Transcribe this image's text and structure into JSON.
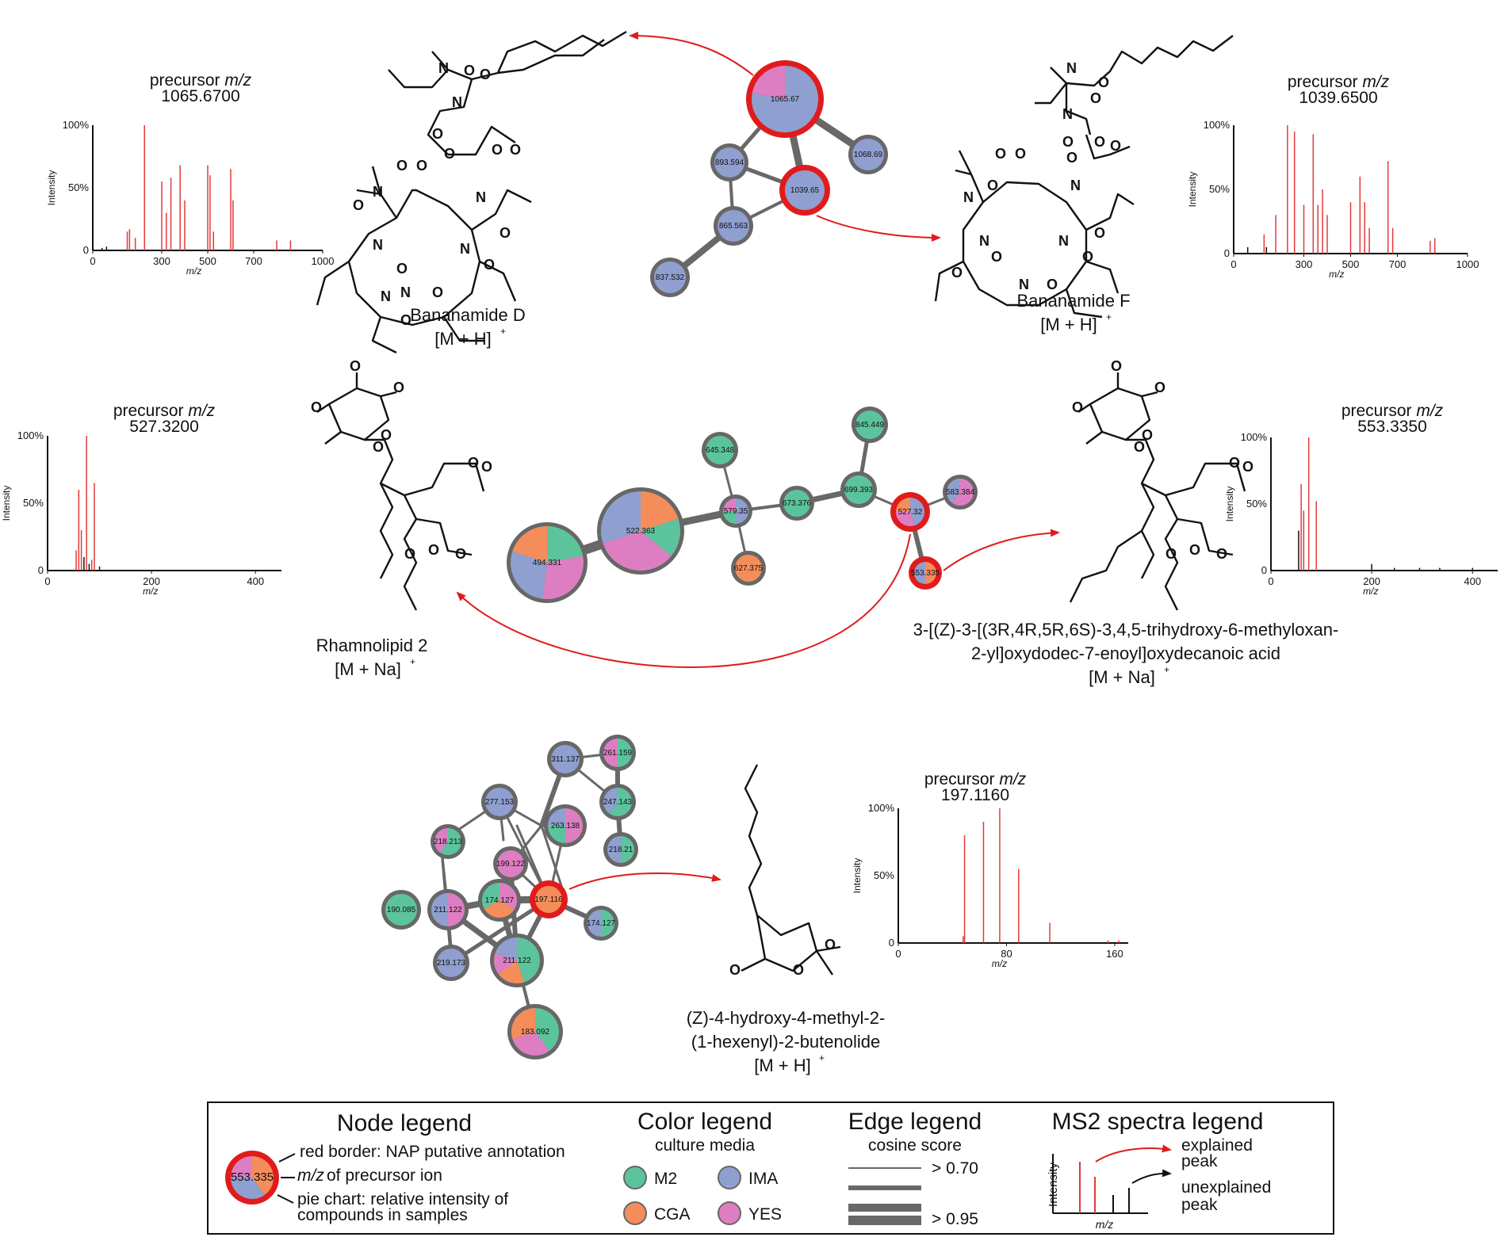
{
  "colors": {
    "M2": "#5cc49c",
    "CGA": "#f58d5b",
    "IMA": "#8f9fcf",
    "YES": "#de7ec2",
    "annotation_border": "#e11b1b",
    "node_border": "#676767",
    "edge": "#686868",
    "explained_peak": "#e33a3a",
    "unexplained_peak": "#111111"
  },
  "sections": {
    "top": {
      "nodes": [
        {
          "id": "1065.67",
          "annotated": true,
          "pie": {
            "IMA": 0.78,
            "YES": 0.22
          }
        },
        {
          "id": "1068.69",
          "annotated": false,
          "pie": {
            "IMA": 1
          }
        },
        {
          "id": "893.594",
          "annotated": false,
          "pie": {
            "IMA": 1
          }
        },
        {
          "id": "1039.65",
          "annotated": true,
          "pie": {
            "IMA": 1
          }
        },
        {
          "id": "865.563",
          "annotated": false,
          "pie": {
            "IMA": 1
          }
        },
        {
          "id": "837.532",
          "annotated": false,
          "pie": {
            "IMA": 1
          }
        }
      ],
      "compound_left": {
        "name": "Bananamide D",
        "adduct": "[M + H]",
        "charge": "+"
      },
      "compound_right": {
        "name": "Bananamide F",
        "adduct": "[M + H]",
        "charge": "+"
      }
    },
    "middle": {
      "nodes": [
        {
          "id": "494.331",
          "annotated": false,
          "pie": {
            "M2": 0.22,
            "YES": 0.3,
            "IMA": 0.28,
            "CGA": 0.2
          }
        },
        {
          "id": "522.363",
          "annotated": false,
          "pie": {
            "CGA": 0.2,
            "M2": 0.16,
            "YES": 0.34,
            "IMA": 0.3
          }
        },
        {
          "id": "579.35",
          "annotated": false,
          "pie": {
            "IMA": 0.5,
            "M2": 0.25,
            "YES": 0.25
          }
        },
        {
          "id": "645.348",
          "annotated": false,
          "pie": {
            "M2": 1
          }
        },
        {
          "id": "627.375",
          "annotated": false,
          "pie": {
            "CGA": 1
          }
        },
        {
          "id": "673.376",
          "annotated": false,
          "pie": {
            "M2": 1
          }
        },
        {
          "id": "699.393",
          "annotated": false,
          "pie": {
            "M2": 1
          }
        },
        {
          "id": "845.449",
          "annotated": false,
          "pie": {
            "M2": 1
          }
        },
        {
          "id": "527.32",
          "annotated": true,
          "pie": {
            "IMA": 0.45,
            "YES": 0.3,
            "CGA": 0.25
          }
        },
        {
          "id": "583.384",
          "annotated": false,
          "pie": {
            "YES": 0.6,
            "IMA": 0.4
          }
        },
        {
          "id": "553.335",
          "annotated": true,
          "pie": {
            "CGA": 0.5,
            "IMA": 0.5
          }
        }
      ],
      "compound_left": {
        "name": "Rhamnolipid 2",
        "adduct": "[M + Na]",
        "charge": "+"
      },
      "compound_right": {
        "name_line1": "3-[(Z)-3-[(3R,4R,5R,6S)-3,4,5-trihydroxy-6-methyloxan-",
        "name_line2": "2-yl]oxydodec-7-enoyl]oxydecanoic acid",
        "adduct": "[M + Na]",
        "charge": "+"
      }
    },
    "bottom": {
      "nodes": [
        {
          "id": "261.159",
          "annotated": false,
          "pie": {
            "M2": 0.5,
            "YES": 0.5
          }
        },
        {
          "id": "311.137",
          "annotated": false,
          "pie": {
            "IMA": 1
          }
        },
        {
          "id": "247.143",
          "annotated": false,
          "pie": {
            "M2": 0.6,
            "IMA": 0.4
          }
        },
        {
          "id": "277.153",
          "annotated": false,
          "pie": {
            "IMA": 1
          }
        },
        {
          "id": "263.138",
          "annotated": false,
          "pie": {
            "YES": 0.5,
            "M2": 0.25,
            "IMA": 0.25
          }
        },
        {
          "id": "218.213",
          "annotated": false,
          "pie": {
            "M2": 0.6,
            "YES": 0.4
          }
        },
        {
          "id": "218.21",
          "annotated": false,
          "pie": {
            "M2": 0.5,
            "IMA": 0.5
          }
        },
        {
          "id": "199.122",
          "annotated": false,
          "pie": {
            "YES": 1
          }
        },
        {
          "id": "197.116",
          "annotated": true,
          "pie": {
            "CGA": 1
          }
        },
        {
          "id": "190.085",
          "annotated": false,
          "pie": {
            "M2": 1
          }
        },
        {
          "id": "211.122a",
          "label": "211.122",
          "annotated": false,
          "pie": {
            "YES": 0.5,
            "IMA": 0.5
          }
        },
        {
          "id": "174.127a",
          "label": "174.127",
          "annotated": false,
          "pie": {
            "YES": 0.34,
            "CGA": 0.33,
            "M2": 0.33
          }
        },
        {
          "id": "174.127b",
          "label": "174.127",
          "annotated": false,
          "pie": {
            "M2": 0.5,
            "IMA": 0.5
          }
        },
        {
          "id": "219.173",
          "annotated": false,
          "pie": {
            "IMA": 1
          }
        },
        {
          "id": "211.122b",
          "label": "211.122",
          "annotated": false,
          "pie": {
            "M2": 0.45,
            "CGA": 0.2,
            "YES": 0.15,
            "IMA": 0.2
          }
        },
        {
          "id": "183.092",
          "annotated": false,
          "pie": {
            "M2": 0.4,
            "YES": 0.3,
            "CGA": 0.3
          }
        }
      ],
      "compound": {
        "name_line1": "(Z)-4-hydroxy-4-methyl-2-",
        "name_line2": "(1-hexenyl)-2-butenolide",
        "adduct": "[M + H]",
        "charge": "+"
      }
    }
  },
  "spectra": [
    {
      "id": "spec-1065",
      "precursor_label": "precursor",
      "mz_italic": "m/z",
      "precursor": "1065.6700",
      "ylabel": "Intensity",
      "xlabel": "m/z",
      "xticks": [
        "0",
        "300",
        "500",
        "700",
        "1000"
      ],
      "yticks": [
        "100%",
        "50%",
        "0"
      ]
    },
    {
      "id": "spec-1039",
      "precursor_label": "precursor",
      "mz_italic": "m/z",
      "precursor": "1039.6500",
      "ylabel": "Intensity",
      "xlabel": "m/z",
      "xticks": [
        "0",
        "300",
        "500",
        "700",
        "1000"
      ],
      "yticks": [
        "100%",
        "50%",
        "0"
      ]
    },
    {
      "id": "spec-527",
      "precursor_label": "precursor",
      "mz_italic": "m/z",
      "precursor": "527.3200",
      "ylabel": "Intensity",
      "xlabel": "m/z",
      "xticks": [
        "0",
        "200",
        "400"
      ],
      "yticks": [
        "100%",
        "50%",
        "0"
      ]
    },
    {
      "id": "spec-553",
      "precursor_label": "precursor",
      "mz_italic": "m/z",
      "precursor": "553.3350",
      "ylabel": "Intensity",
      "xlabel": "m/z",
      "xticks": [
        "0",
        "200",
        "400"
      ],
      "yticks": [
        "100%",
        "50%",
        "0"
      ]
    },
    {
      "id": "spec-197",
      "precursor_label": "precursor",
      "mz_italic": "m/z",
      "precursor": "197.1160",
      "ylabel": "Intensity",
      "xlabel": "m/z",
      "xticks": [
        "0",
        "80",
        "160"
      ],
      "yticks": [
        "100%",
        "50%",
        "0"
      ]
    }
  ],
  "legend": {
    "node": {
      "title": "Node legend",
      "example_label": "553.335",
      "line1": "red border: NAP putative annotation",
      "line2_italic": "m/z",
      "line2_rest": " of precursor ion",
      "line3": "pie chart: relative intensity of",
      "line4": "compounds in samples"
    },
    "color": {
      "title": "Color legend",
      "subtitle": "culture media",
      "items": [
        "M2",
        "IMA",
        "CGA",
        "YES"
      ]
    },
    "edge": {
      "title": "Edge legend",
      "subtitle": "cosine score",
      "low": "> 0.70",
      "high": "> 0.95"
    },
    "ms2": {
      "title": "MS2 spectra legend",
      "ylabel": "Intensity",
      "xlabel": "m/z",
      "explained_1": "explained",
      "explained_2": "peak",
      "unexplained_1": "unexplained",
      "unexplained_2": "peak"
    }
  }
}
